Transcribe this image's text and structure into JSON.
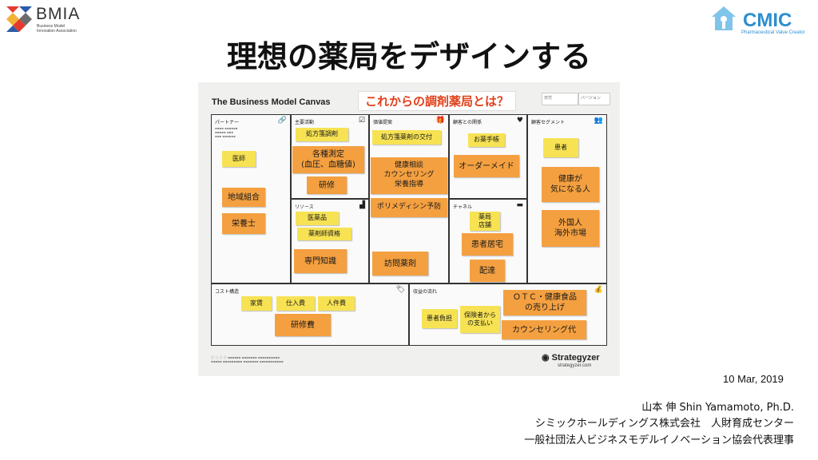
{
  "logos": {
    "bmia": {
      "name": "BMIA",
      "sub1": "Business Model",
      "sub2": "Innovation Association"
    },
    "cmic": {
      "name": "CMIC",
      "sub": "Pharmaceutical Value Creator",
      "icon": "house-shield-icon",
      "color": "#2e8ecf"
    }
  },
  "title": "理想の薬局をデザインする",
  "canvas": {
    "heading": "The Business Model Canvas",
    "subject": "これからの調剤薬局とは？",
    "field_date": "日付",
    "field_version": "バージョン",
    "brand": "Strategyzer",
    "brand_url": "strategyzer.com",
    "blocks": {
      "partners": "パートナー",
      "activities": "主要活動",
      "resources": "リソース",
      "value": "価値提案",
      "relationships": "顧客との関係",
      "channels": "チャネル",
      "segments": "顧客セグメント",
      "cost": "コスト構造",
      "revenue": "収益の流れ"
    },
    "notes": {
      "partners": [
        "医師",
        "地域組合",
        "栄養士"
      ],
      "activities": [
        "処方箋調剤",
        "各種測定\n(血圧、血糖値)",
        "研修"
      ],
      "resources": [
        "医薬品",
        "薬剤師資格",
        "専門知識"
      ],
      "value": [
        "処方箋薬剤の交付",
        "健康相談\nカウンセリング\n栄養指導",
        "ポリメディシン予防",
        "訪問薬剤"
      ],
      "relationships": [
        "お薬手帳",
        "オーダーメイド"
      ],
      "channels": [
        "薬局\n店舗",
        "患者居宅",
        "配達"
      ],
      "segments": [
        "患者",
        "健康が\n気になる人",
        "外国人\n海外市場"
      ],
      "cost": [
        "家賃",
        "仕入費",
        "人件費",
        "研修費"
      ],
      "revenue": [
        "患者負担",
        "保険者から\nの支払い",
        "ＯＴＣ・健康食品\nの売り上げ",
        "カウンセリング代"
      ]
    },
    "colors": {
      "orange": "#f4a040",
      "yellow": "#f7e253",
      "red_text": "#e0401a"
    }
  },
  "footer": {
    "date": "10 Mar, 2019",
    "name": "山本 伸 Shin Yamamoto, Ph.D.",
    "org1": "シミックホールディングス株式会社　人財育成センター",
    "org2": "一般社団法人ビジネスモデルイノベーション協会代表理事"
  }
}
